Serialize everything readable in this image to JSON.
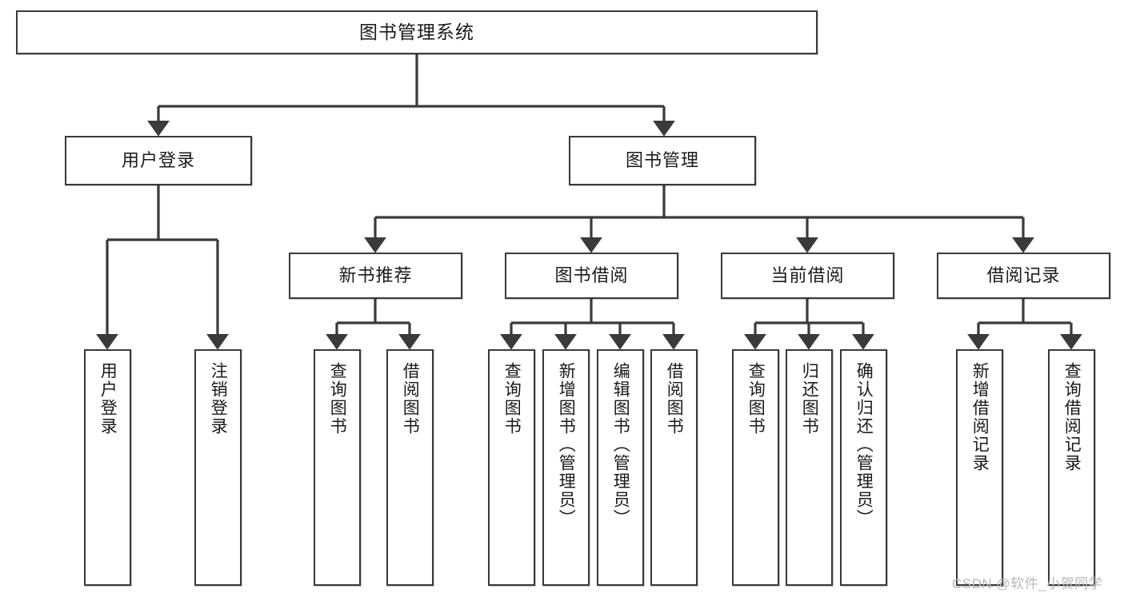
{
  "diagram": {
    "type": "tree-hierarchy-diagram",
    "title": "图书管理系统",
    "watermark": "CSDN @软件_小贺同学",
    "colors": {
      "box_border": "#3a3a3a",
      "box_fill": "#ffffff",
      "connector": "#3a3a3a",
      "text": "#1a1a1a",
      "watermark": "#b9b9b9"
    },
    "levels": {
      "level1": {
        "label": "图书管理系统"
      },
      "level2": [
        {
          "label": "用户登录"
        },
        {
          "label": "图书管理"
        }
      ],
      "level3": [
        {
          "label": "新书推荐"
        },
        {
          "label": "图书借阅"
        },
        {
          "label": "当前借阅"
        },
        {
          "label": "借阅记录"
        }
      ]
    },
    "leaves": {
      "user_login": [
        {
          "label": "用户登录"
        },
        {
          "label": "注销登录"
        }
      ],
      "new_book_recommend": [
        {
          "label": "查询图书"
        },
        {
          "label": "借阅图书"
        }
      ],
      "book_borrow": [
        {
          "label": "查询图书"
        },
        {
          "label": "新增图书（管理员）"
        },
        {
          "label": "编辑图书（管理员）"
        },
        {
          "label": "借阅图书"
        }
      ],
      "current_borrow": [
        {
          "label": "查询图书"
        },
        {
          "label": "归还图书"
        },
        {
          "label": "确认归还（管理员）"
        }
      ],
      "borrow_record": [
        {
          "label": "新增借阅记录"
        },
        {
          "label": "查询借阅记录"
        }
      ]
    }
  }
}
